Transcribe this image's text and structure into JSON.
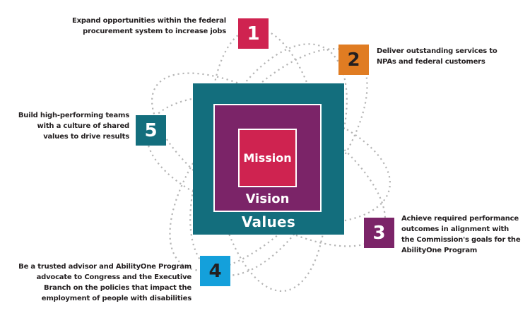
{
  "center": {
    "mission_label": "Mission",
    "vision_label": "Vision",
    "values_label": "Values",
    "mission_color": "#CF2350",
    "vision_color": "#7B2468",
    "values_color": "#136E7D"
  },
  "goals": [
    {
      "number": "1",
      "label": "Expand opportunities within the federal\nprocurement system to increase jobs",
      "box_color": "#CF2350",
      "number_color": "#FFFFFF"
    },
    {
      "number": "2",
      "label": "Deliver outstanding services to\nNPAs and federal customers",
      "box_color": "#E07C22",
      "number_color": "#231F20"
    },
    {
      "number": "3",
      "label": "Achieve required performance\noutcomes in alignment with\nthe Commission's goals for the\nAbilityOne Program",
      "box_color": "#7B2468",
      "number_color": "#FFFFFF"
    },
    {
      "number": "4",
      "label": "Be a trusted advisor and AbilityOne Program\nadvocate to Congress and the Executive\nBranch on the policies that impact the\nemployment of people with disabilities",
      "box_color": "#14A0DB",
      "number_color": "#231F20"
    },
    {
      "number": "5",
      "label": "Build high-performing teams\nwith a culture of shared\nvalues to drive results",
      "box_color": "#136E7D",
      "number_color": "#FFFFFF"
    }
  ],
  "orbit_color": "#B5B5B5",
  "text_color": "#231F20",
  "background_color": "#FFFFFF"
}
